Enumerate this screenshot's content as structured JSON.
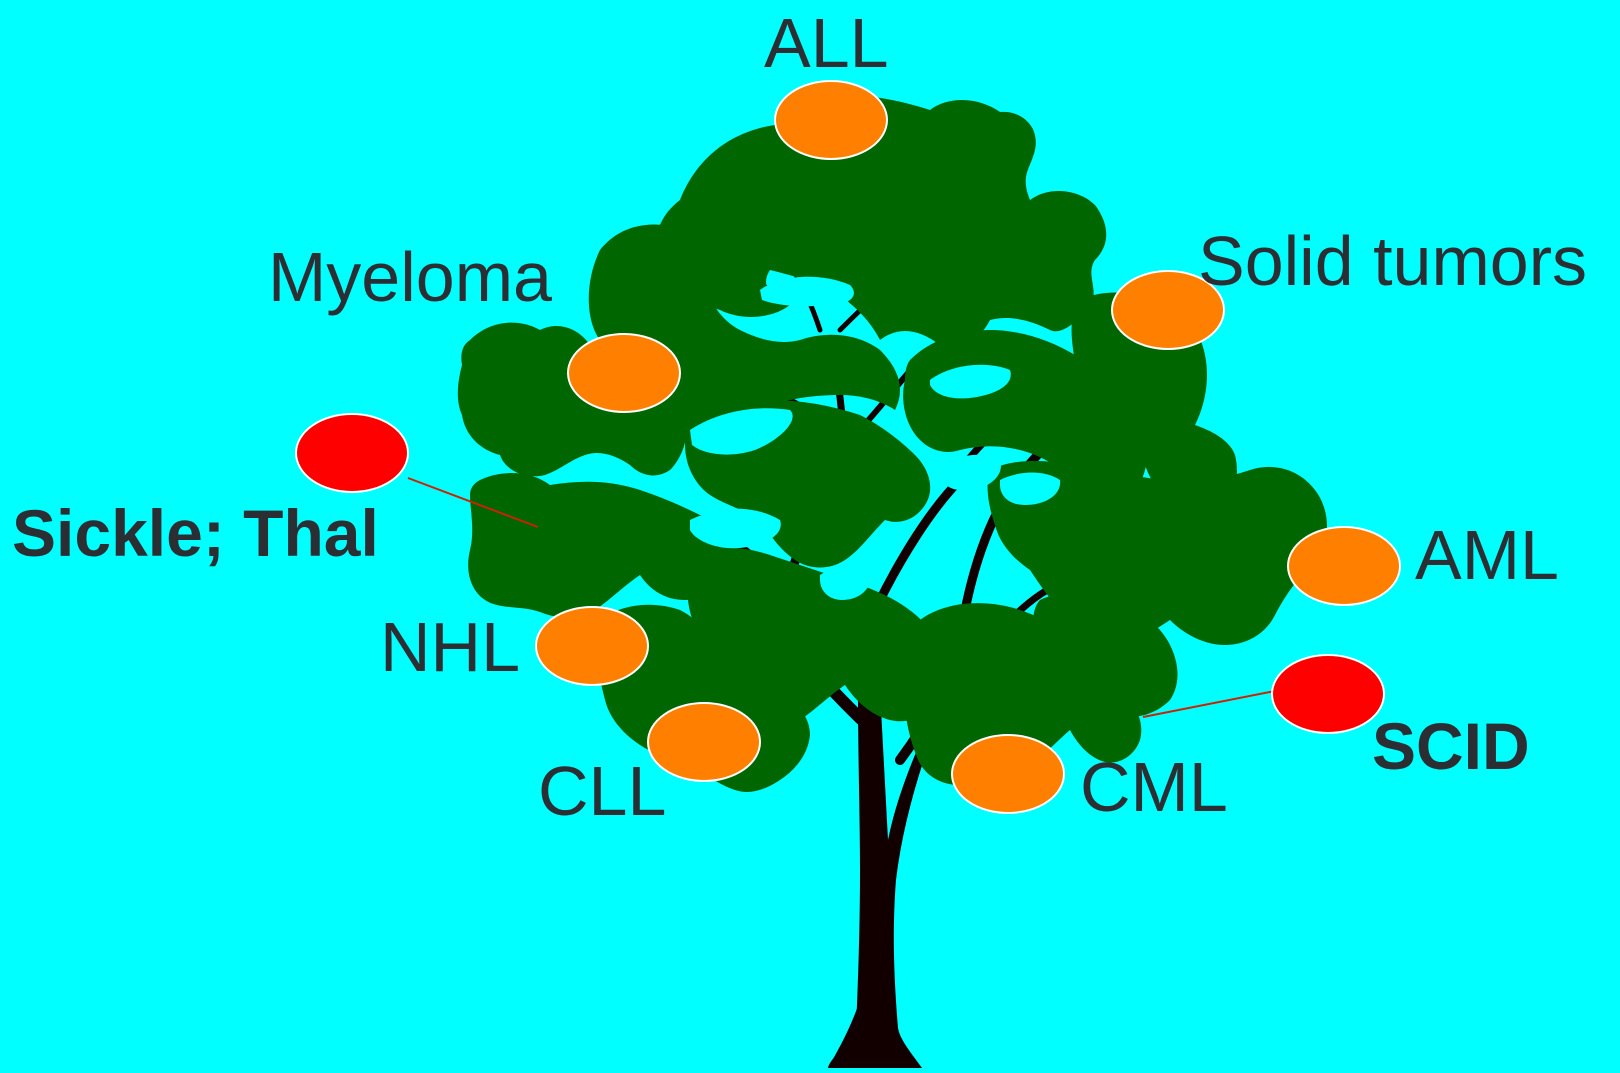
{
  "colors": {
    "background": "#00FFFF",
    "foliage": "#006600",
    "trunk": "#120000",
    "fruit_orange": "#FF8000",
    "fruit_red": "#FF0000",
    "label_text": "#2b2f33",
    "connector": "#CC2200"
  },
  "labels": {
    "all": "ALL",
    "myeloma": "Myeloma",
    "solid_tumors": "Solid tumors",
    "sickle_thal": "Sickle; Thal",
    "aml": "AML",
    "nhl": "NHL",
    "scid": "SCID",
    "cll": "CLL",
    "cml": "CML"
  },
  "fruits": [
    {
      "id": "all",
      "kind": "malignant"
    },
    {
      "id": "myeloma",
      "kind": "malignant"
    },
    {
      "id": "solid_tumors",
      "kind": "malignant"
    },
    {
      "id": "sickle_thal",
      "kind": "non-malignant"
    },
    {
      "id": "aml",
      "kind": "malignant"
    },
    {
      "id": "nhl",
      "kind": "malignant"
    },
    {
      "id": "scid",
      "kind": "non-malignant"
    },
    {
      "id": "cll",
      "kind": "malignant"
    },
    {
      "id": "cml",
      "kind": "malignant"
    }
  ]
}
